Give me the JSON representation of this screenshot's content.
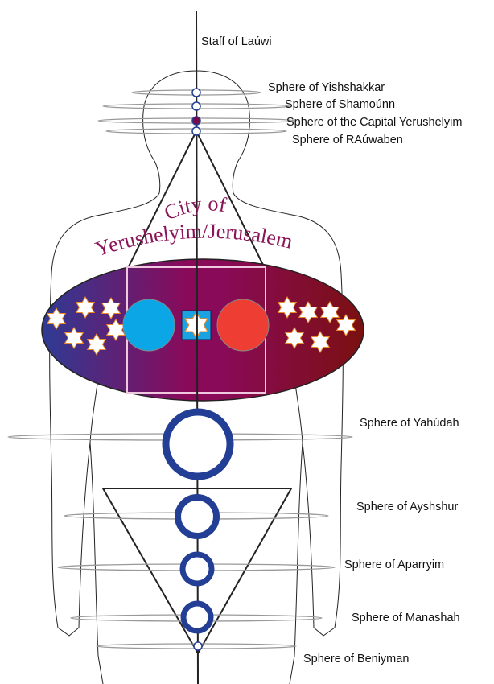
{
  "staff": {
    "label": "Staff of Laúwi"
  },
  "upper_spheres": [
    {
      "label": "Sphere of Yishshakkar"
    },
    {
      "label": "Sphere of Shamoúnn"
    },
    {
      "label": "Sphere of the Capital Yerushelyim"
    },
    {
      "label": "Sphere of RAúwaben"
    }
  ],
  "city": {
    "line1": "City of",
    "line2": "Yerushelyim/Jerusalem"
  },
  "lower_spheres": [
    {
      "label": "Sphere of Yahúdah"
    },
    {
      "label": "Sphere of Ayshshur"
    },
    {
      "label": "Sphere of Aparryim"
    },
    {
      "label": "Sphere of Manashah"
    },
    {
      "label": "Sphere of Beniyman"
    }
  ],
  "colors": {
    "ellipse_left": "#2e3b94",
    "ellipse_mid": "#8a0a5a",
    "ellipse_right": "#7a1010",
    "ring_blue": "#233f95",
    "left_circle": "#0aa6e6",
    "right_circle": "#ee3e34",
    "capital_node": "#7a0a4a",
    "star_square": "#1aa3e0",
    "star_outline": "#e88a2a",
    "city_text": "#8a1458"
  }
}
